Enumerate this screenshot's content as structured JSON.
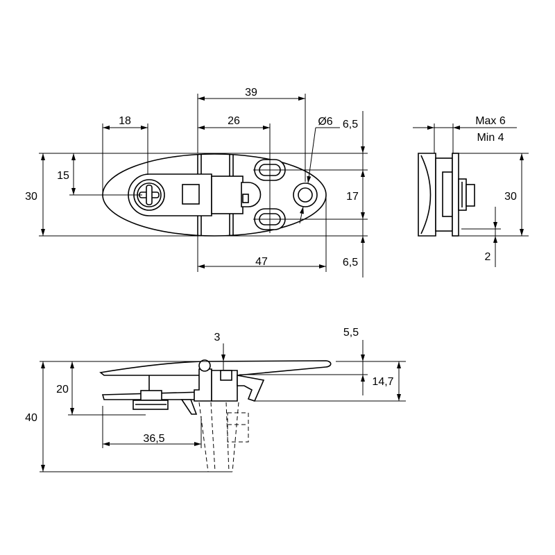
{
  "top_view": {
    "dim_39": "39",
    "dim_18": "18",
    "dim_26": "26",
    "dim_dia6": "Ø6",
    "dim_6_5_top": "6,5",
    "dim_15": "15",
    "dim_30": "30",
    "dim_17": "17",
    "dim_47": "47",
    "dim_6_5_bottom": "6,5"
  },
  "side_view": {
    "max": "Max 6",
    "min": "Min 4",
    "dim_30": "30",
    "dim_2": "2"
  },
  "front_view": {
    "dim_3": "3",
    "dim_5_5": "5,5",
    "dim_20": "20",
    "dim_14_7": "14,7",
    "dim_40": "40",
    "dim_36_5": "36,5"
  }
}
